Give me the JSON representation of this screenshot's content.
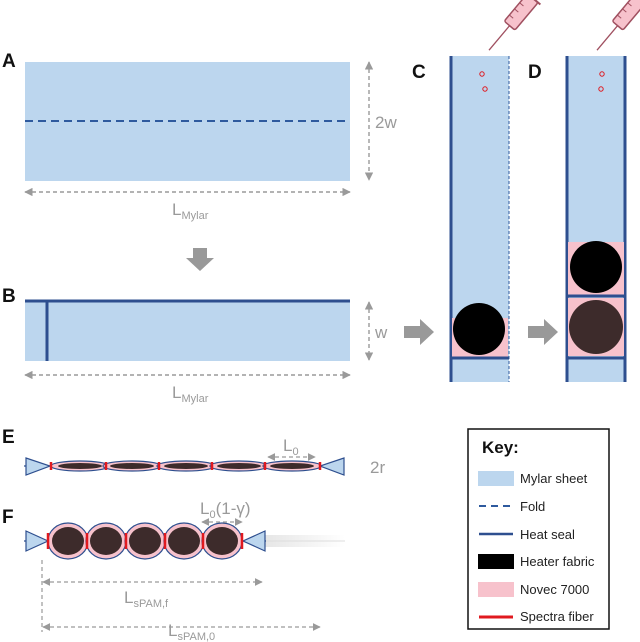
{
  "panels": {
    "A": "A",
    "B": "B",
    "C": "C",
    "D": "D",
    "E": "E",
    "F": "F"
  },
  "labels": {
    "two_w": "2w",
    "w": "w",
    "L": "L",
    "mylar_sub": "Mylar",
    "L0": "L",
    "L0_sub": "0",
    "two_r": "2r",
    "L0_gamma_main": "L",
    "L0_gamma_sub": "0",
    "L0_gamma_tail": "(1-γ)",
    "L_spam_f_sub": "sPAM,f",
    "L_spam_0_sub": "sPAM,0"
  },
  "key": {
    "title": "Key:",
    "items": [
      {
        "label": "Mylar sheet",
        "color": "#bcd6ee"
      },
      {
        "label": "Fold",
        "color": "#2e5a9e"
      },
      {
        "label": "Heat seal",
        "color": "#2e4f8f"
      },
      {
        "label": "Heater fabric",
        "color": "#000000"
      },
      {
        "label": "Novec 7000",
        "color": "#f7c2cc"
      },
      {
        "label": "Spectra fiber",
        "color": "#e0191f"
      }
    ]
  },
  "colors": {
    "mylar": "#bcd6ee",
    "seal": "#2e4f8f",
    "novec": "#f7c2cc",
    "fiber": "#e0191f",
    "heater": "#000000",
    "heater_dark": "#3d2b2b",
    "dim": "#9a9a9a",
    "arrow": "#999999"
  }
}
